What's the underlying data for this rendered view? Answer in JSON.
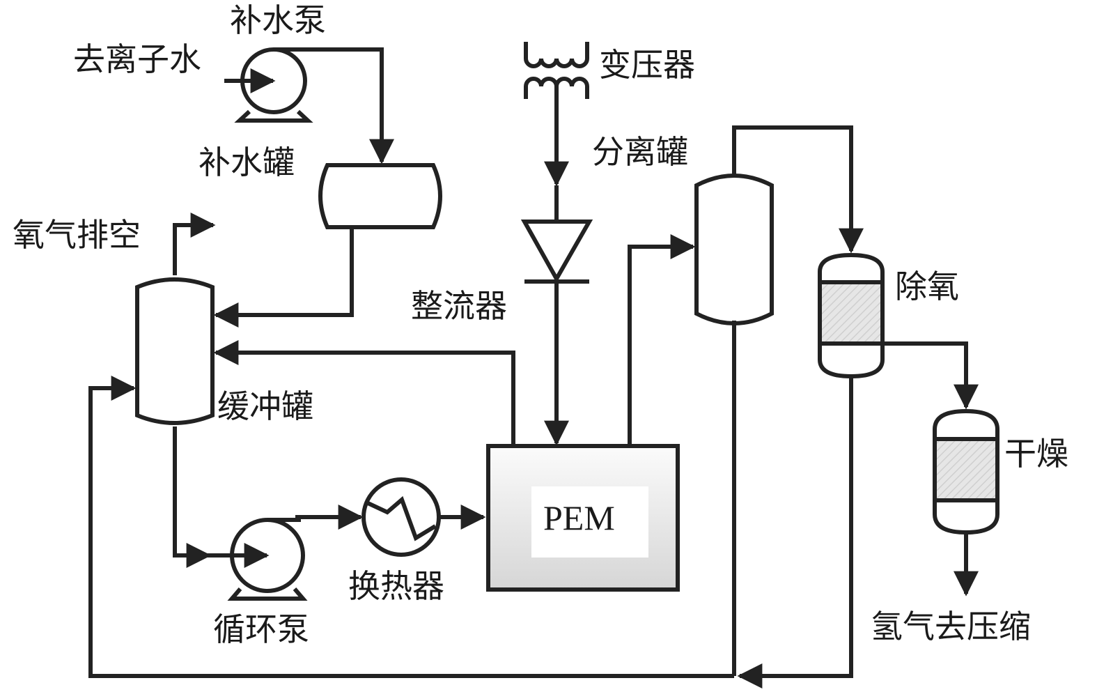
{
  "labels": {
    "makeup_pump": "补水泵",
    "deionized_water": "去离子水",
    "makeup_tank": "补水罐",
    "transformer": "变压器",
    "separation_tank": "分离罐",
    "oxygen_vent": "氧气排空",
    "rectifier": "整流器",
    "deoxygenation": "除氧",
    "buffer_tank": "缓冲罐",
    "drying": "干燥",
    "pem": "PEM",
    "heat_exchanger": "换热器",
    "circulation_pump": "循环泵",
    "hydrogen_to_compression": "氢气去压缩"
  },
  "colors": {
    "line": "#222222",
    "pem_fill_top": "#fbfbfb",
    "pem_fill_bottom": "#dcdcdc",
    "packing_hatch": "#cfcfcf"
  }
}
